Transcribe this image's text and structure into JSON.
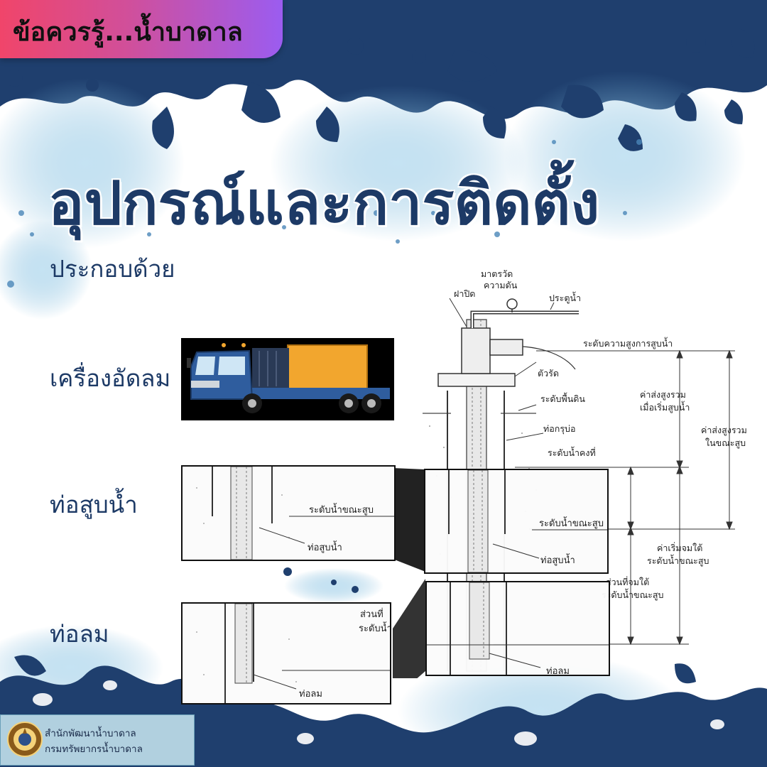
{
  "header": {
    "tag_label": "ข้อควรรู้...น้ำบาดาล"
  },
  "main": {
    "title": "อุปกรณ์และการติดตั้ง",
    "subtitle": "ประกอบด้วย",
    "items": [
      {
        "label": "เครื่องอัดลม"
      },
      {
        "label": "ท่อสูบน้ำ"
      },
      {
        "label": "ท่อลม"
      }
    ]
  },
  "diagram": {
    "labels": {
      "pressure_gauge_1": "มาตรวัด",
      "pressure_gauge_2": "ความดัน",
      "cap": "ฝาปิด",
      "valve": "ประตูน้ำ",
      "pump_height_level": "ระดับความสูงการสูบน้ำ",
      "clamp": "ตัวรัด",
      "ground_level": "ระดับพื้นดิน",
      "casing": "ท่อกรุบ่อ",
      "static_level": "ระดับน้ำคงที่",
      "total_head_start_1": "ค่าส่งสูงรวม",
      "total_head_start_2": "เมื่อเริ่มสูบน้ำ",
      "total_head_pumping_1": "ค่าส่งสูงรวม",
      "total_head_pumping_2": "ในขณะสูบ",
      "pumping_level": "ระดับน้ำขณะสูบ",
      "start_submergence_1": "ค่าเริ่มจมใต้",
      "start_submergence_2": "ระดับน้ำขณะสูบ",
      "submerged_part_1": "ส่วนที่จมใต้",
      "submerged_part_2": "ระดับน้ำขณะสูบ",
      "pump_pipe": "ท่อสูบน้ำ",
      "air_pipe": "ท่อลม"
    },
    "zoom_pump": {
      "level_label": "ระดับน้ำขณะสูบ",
      "pipe_label": "ท่อสูบน้ำ"
    },
    "zoom_air": {
      "part_label_1": "ส่วนที่",
      "part_label_2": "ระดับน้ำ",
      "pipe_label": "ท่อลม"
    }
  },
  "footer": {
    "org_line1": "สำนักพัฒนาน้ำบาดาล",
    "org_line2": "กรมทรัพยากรน้ำบาดาล"
  },
  "colors": {
    "navy": "#1d3a66",
    "water": "#1f3f6e",
    "tag_start": "#f0456a",
    "tag_end": "#9b5cf0"
  }
}
